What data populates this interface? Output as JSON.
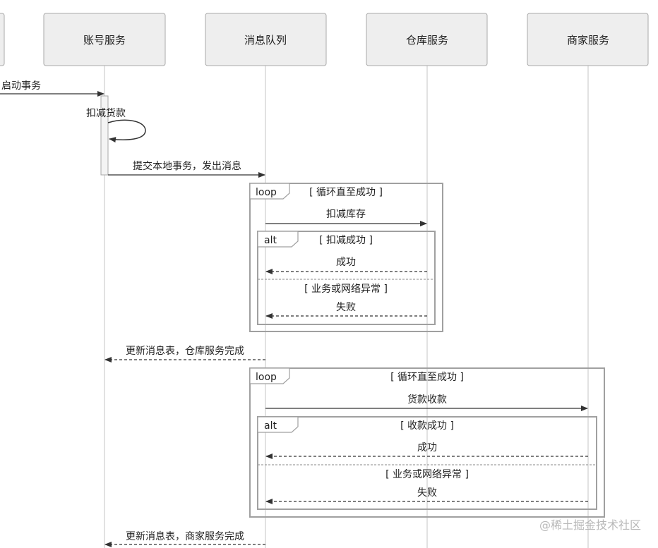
{
  "participants": {
    "account": "账号服务",
    "queue": "消息队列",
    "warehouse": "仓库服务",
    "merchant": "商家服务"
  },
  "messages": {
    "start": "启动事务",
    "deduct_payment": "扣减货款",
    "commit_send": "提交本地事务，发出消息",
    "deduct_stock": "扣减库存",
    "success_1": "成功",
    "fail_1": "失败",
    "update_warehouse_done": "更新消息表，仓库服务完成",
    "pay_collect": "货款收款",
    "success_2": "成功",
    "fail_2": "失败",
    "update_merchant_done": "更新消息表，商家服务完成"
  },
  "fragments": {
    "loop1": {
      "keyword": "loop",
      "guard": "[ 循环直至成功 ]"
    },
    "alt1": {
      "keyword": "alt",
      "guard": "[ 扣减成功 ]",
      "else_guard": "[ 业务或网络异常 ]"
    },
    "loop2": {
      "keyword": "loop",
      "guard": "[ 循环直至成功 ]"
    },
    "alt2": {
      "keyword": "alt",
      "guard": "[ 收款成功 ]",
      "else_guard": "[ 业务或网络异常 ]"
    }
  },
  "watermark": "@稀土掘金技术社区",
  "colors": {
    "box_fill": "#eeeeee",
    "box_stroke": "#a8a8a8",
    "lifeline": "#c4c4c4",
    "arrow": "#333333",
    "fragment": "#a0a0a0"
  }
}
